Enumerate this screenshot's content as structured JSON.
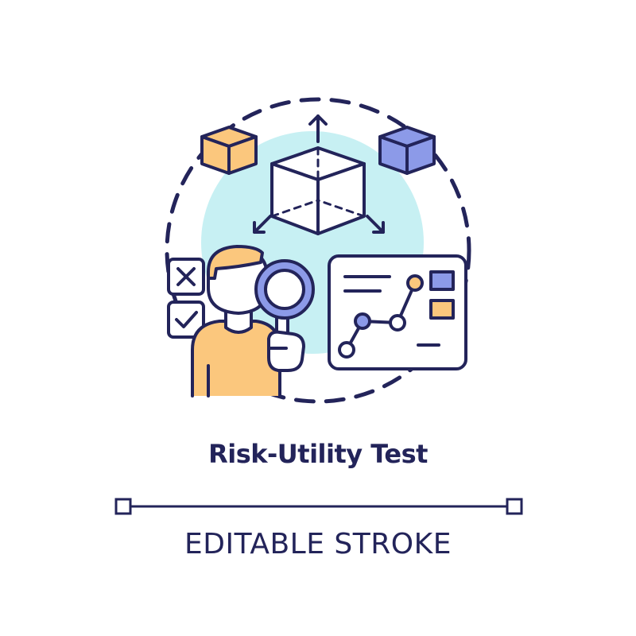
{
  "title": "Risk-Utility Test",
  "subtitle": "EDITABLE STROKE",
  "colors": {
    "stroke": "#23245a",
    "circle_bg": "#c7f0f3",
    "orange": "#fbc77d",
    "blue": "#8c9ae8",
    "white": "#ffffff"
  },
  "icons": [
    "dashed-circle-frame",
    "center-cube-icon",
    "orange-cube-icon",
    "blue-cube-icon",
    "expand-arrows-icon",
    "person-icon",
    "magnifying-glass-icon",
    "reject-checkbox-icon",
    "accept-checkbox-icon",
    "analytics-board-icon"
  ]
}
